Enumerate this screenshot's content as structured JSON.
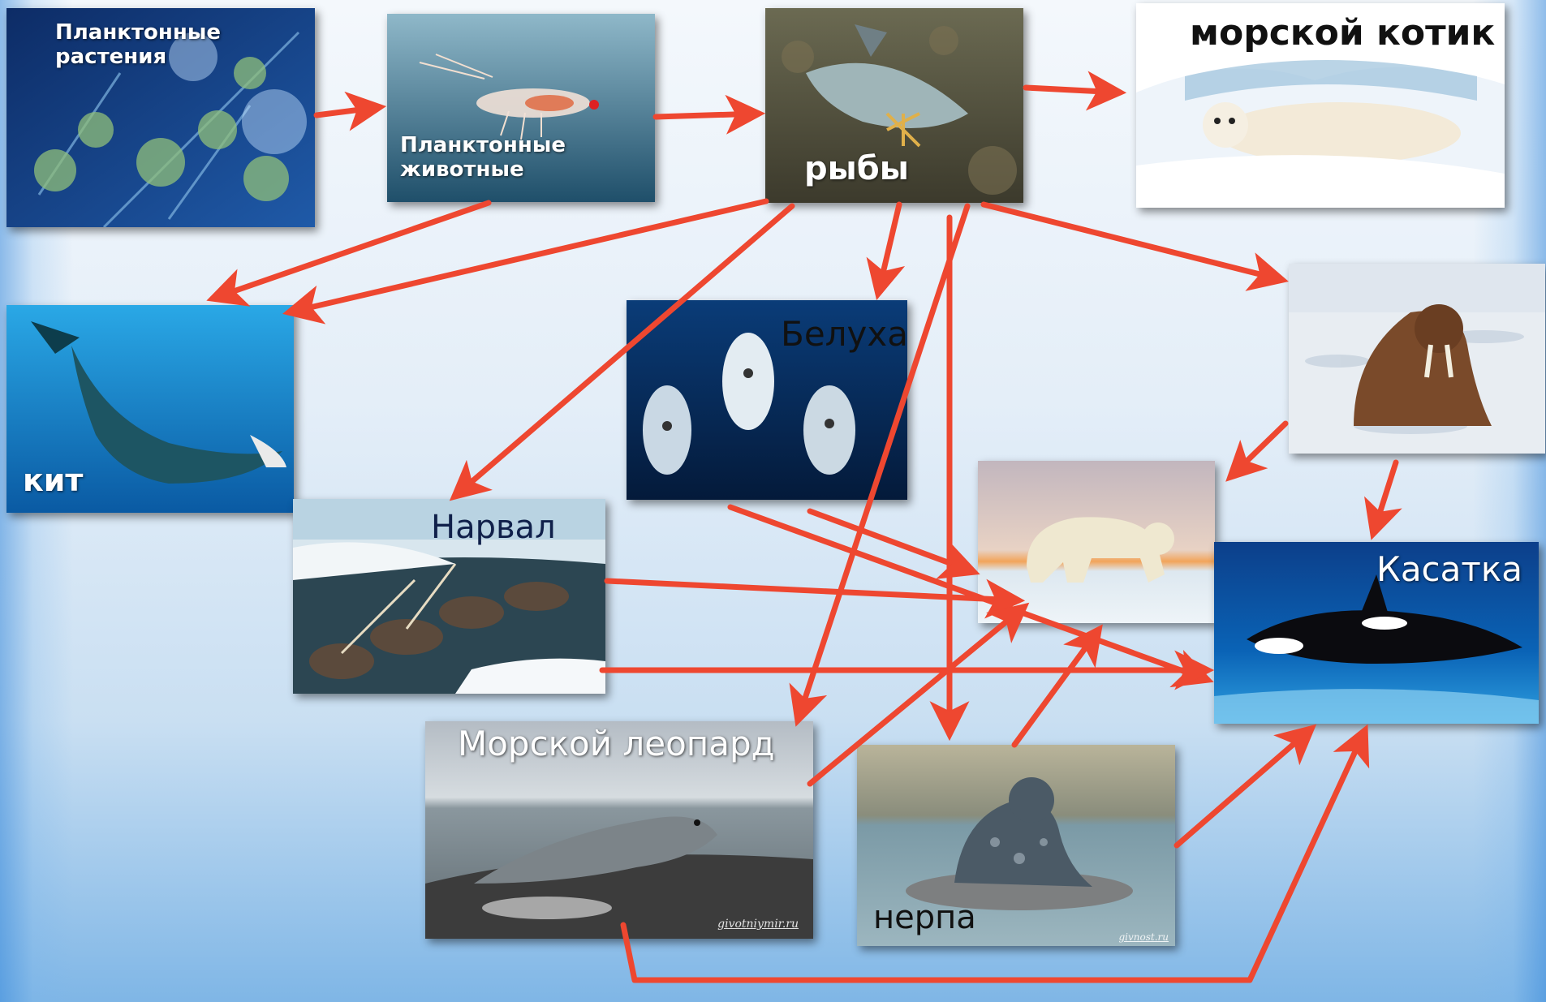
{
  "nodes": {
    "plankton_plants": {
      "label": "Планктонные\nрастения"
    },
    "plankton_animals": {
      "label": "Планктонные\nживотные"
    },
    "fish": {
      "label": "рыбы"
    },
    "fur_seal": {
      "label": "морской котик"
    },
    "whale": {
      "label": "кит"
    },
    "beluga": {
      "label": "Белуха"
    },
    "walrus": {
      "label": ""
    },
    "narwhal": {
      "label": "Нарвал"
    },
    "polar_bear": {
      "label": ""
    },
    "orca": {
      "label": "Касатка"
    },
    "leopard_seal": {
      "label": "Морской леопард",
      "watermark": "givotniymir.ru"
    },
    "ringed_seal": {
      "label": "нерпа",
      "watermark": "givnost.ru"
    }
  },
  "edges": [
    {
      "from": "plankton_plants",
      "to": "plankton_animals"
    },
    {
      "from": "plankton_animals",
      "to": "fish"
    },
    {
      "from": "fish",
      "to": "fur_seal"
    },
    {
      "from": "plankton_animals",
      "to": "whale"
    },
    {
      "from": "fish",
      "to": "whale"
    },
    {
      "from": "fish",
      "to": "beluga"
    },
    {
      "from": "fish",
      "to": "narwhal"
    },
    {
      "from": "fish",
      "to": "walrus"
    },
    {
      "from": "fish",
      "to": "leopard_seal"
    },
    {
      "from": "fish",
      "to": "ringed_seal"
    },
    {
      "from": "walrus",
      "to": "polar_bear"
    },
    {
      "from": "walrus",
      "to": "orca"
    },
    {
      "from": "beluga",
      "to": "polar_bear"
    },
    {
      "from": "beluga",
      "to": "orca"
    },
    {
      "from": "narwhal",
      "to": "polar_bear"
    },
    {
      "from": "narwhal",
      "to": "orca"
    },
    {
      "from": "leopard_seal",
      "to": "polar_bear"
    },
    {
      "from": "ringed_seal",
      "to": "polar_bear"
    },
    {
      "from": "ringed_seal",
      "to": "orca"
    },
    {
      "from": "leopard_seal",
      "to": "orca"
    }
  ],
  "colors": {
    "arrow": "#ee4730",
    "background_top": "#f4f8fc",
    "background_bottom": "#7fb6e6"
  }
}
